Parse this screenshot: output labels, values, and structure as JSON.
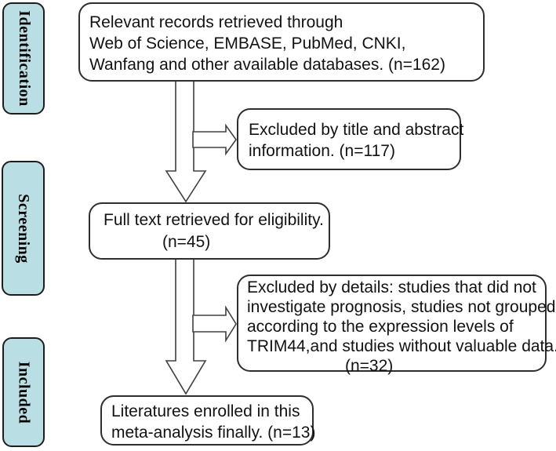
{
  "stages": [
    {
      "label": "Identification"
    },
    {
      "label": "Screening"
    },
    {
      "label": "Included"
    }
  ],
  "boxes": {
    "records": {
      "lines": [
        "Relevant records retrieved through",
        "Web of Science, EMBASE, PubMed, CNKI,",
        "Wanfang and other available databases. (n=162)"
      ],
      "n": 162
    },
    "excluded_title_abstract": {
      "lines": [
        "Excluded by title and abstract",
        "information. (n=117)"
      ],
      "n": 117
    },
    "full_text": {
      "lines": [
        "Full text retrieved for eligibility.",
        "(n=45)"
      ],
      "n": 45
    },
    "excluded_details": {
      "lines": [
        "Excluded by details: studies that did not",
        "investigate prognosis, studies not grouped",
        "according to the expression levels of",
        "TRIM44,and studies without valuable data.",
        "(n=32)"
      ],
      "n": 32
    },
    "enrolled": {
      "lines": [
        "Literatures enrolled in this",
        "meta-analysis finally. (n=13)"
      ],
      "n": 13
    }
  },
  "colors": {
    "stage_fill": "#b9dee3",
    "stage_border": "#1d1d1d",
    "box_border": "#2e2e2e",
    "arrow_stroke": "#404040",
    "text": "#121212",
    "background": "#ffffff"
  }
}
